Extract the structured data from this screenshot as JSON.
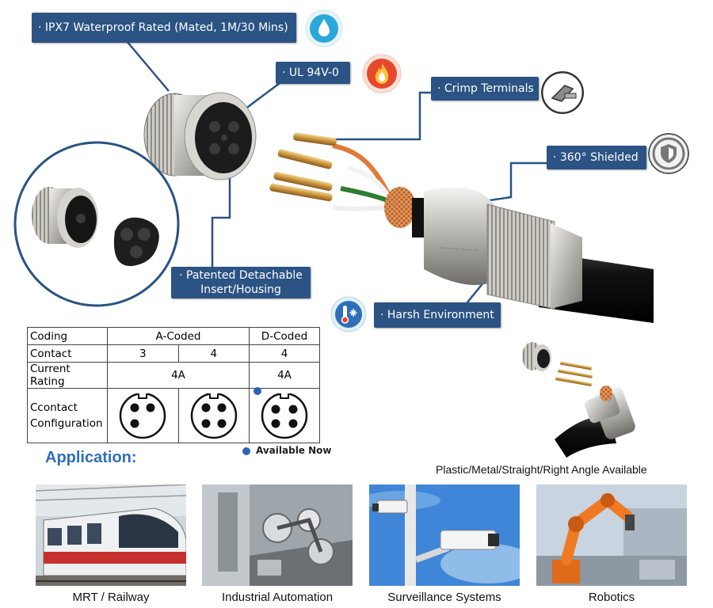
{
  "features": {
    "waterproof": "· IPX7 Waterproof Rated (Mated, 1M/30 Mins)",
    "flame": "· UL 94V-0",
    "crimp": "· Crimp Terminals",
    "shielded": "· 360° Shielded",
    "detachable_line1": "· Patented Detachable",
    "detachable_line2": "Insert/Housing",
    "harsh": "· Harsh Environment"
  },
  "badges": {
    "waterproof": "water-drop-icon",
    "flame": "flame-icon",
    "crimp": "crimp-tool-icon",
    "shielded": "shield-icon",
    "harsh": "snow-thermometer-icon"
  },
  "table": {
    "header": {
      "label": "Coding",
      "a": "A-Coded",
      "d": "D-Coded"
    },
    "contact": {
      "label": "Contact",
      "a1": "3",
      "a2": "4",
      "d": "4"
    },
    "current": {
      "label": "Current Rating",
      "a": "4A",
      "d": "4A"
    },
    "config": {
      "label_line1": "Ccontact",
      "label_line2": "Configuration"
    }
  },
  "legend": {
    "available": "Available Now"
  },
  "options": "Plastic/Metal/Straight/Right Angle Available",
  "application": {
    "title": "Application:",
    "items": [
      {
        "caption": "MRT / Railway"
      },
      {
        "caption": "Industrial Automation"
      },
      {
        "caption": "Surveillance Systems"
      },
      {
        "caption": "Robotics"
      }
    ]
  },
  "colors": {
    "callout_bg": "#2b5383",
    "accent_blue": "#2f6fb8",
    "available_dot": "#2f63b5",
    "flame_badge": "#e8472b",
    "water_badge": "#2aa8dc"
  }
}
